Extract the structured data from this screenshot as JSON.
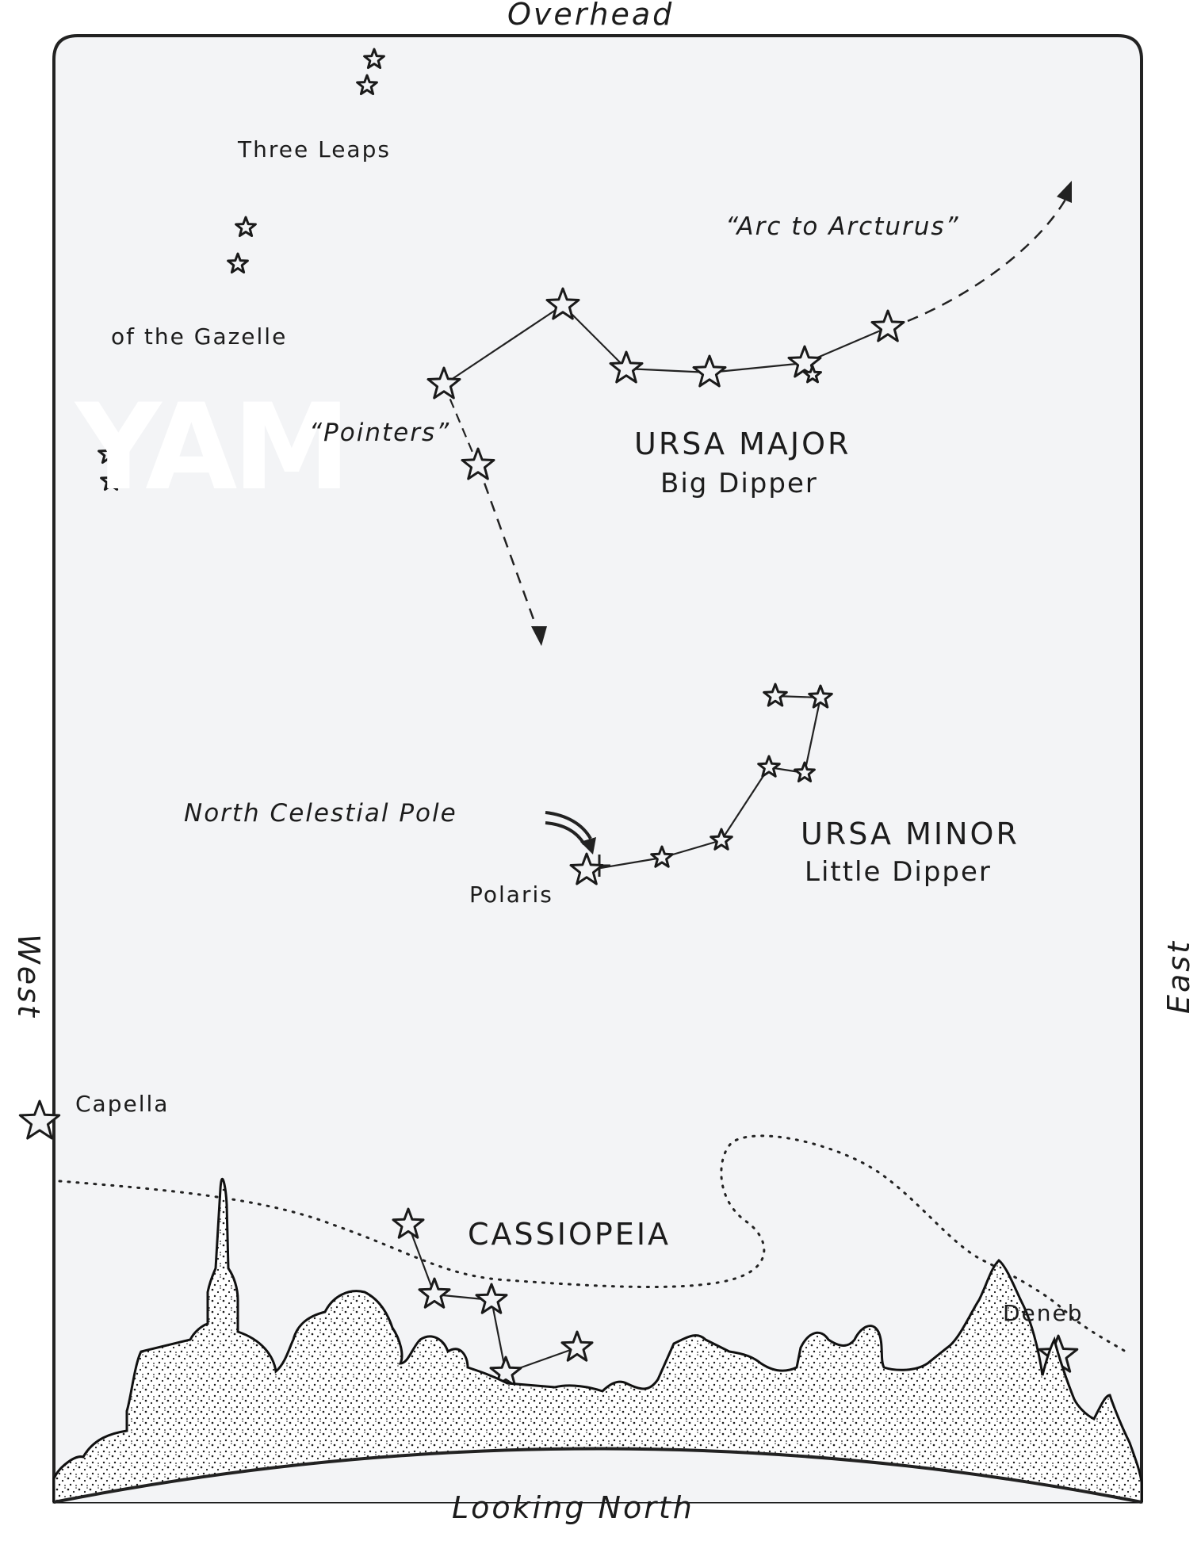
{
  "directions": {
    "top": "Overhead",
    "bottom": "Looking North",
    "left": "West",
    "right": "East"
  },
  "constellations": {
    "ursa_major": {
      "name": "URSA MAJOR",
      "common": "Big Dipper"
    },
    "ursa_minor": {
      "name": "URSA MINOR",
      "common": "Little Dipper"
    },
    "cassiopeia": {
      "name": "CASSIOPEIA"
    }
  },
  "star_names": {
    "polaris": "Polaris",
    "capella": "Capella",
    "deneb": "Deneb"
  },
  "annotations": {
    "pointers": "“Pointers”",
    "arc_to_arcturus": "“Arc to Arcturus”",
    "north_celestial_pole": "North Celestial Pole",
    "three_leaps": "Three Leaps",
    "of_the_gazelle": "of the Gazelle"
  },
  "watermark": "YAM",
  "colors": {
    "ink": "#1c1c1c",
    "paper": "#f3f4f6",
    "frame": "#222222"
  }
}
